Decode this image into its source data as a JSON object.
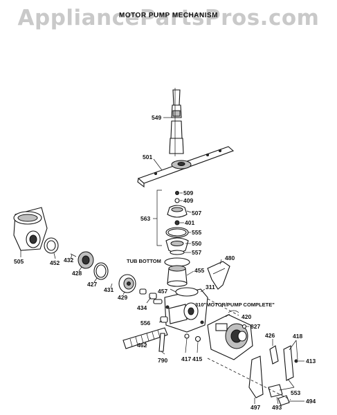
{
  "watermark": "AppliancePartsPros.com",
  "title": "MOTOR PUMP MECHANISM",
  "labels": {
    "p549": "549",
    "p501": "501",
    "p509": "509",
    "p409": "409",
    "p563": "563",
    "p507": "507",
    "p401": "401",
    "p555": "555",
    "p550": "550",
    "p557": "557",
    "tub_bottom": "TUB BOTTOM",
    "p480": "480",
    "p455": "455",
    "p505": "505",
    "p452": "452",
    "p432": "432",
    "p428": "428",
    "p427": "427",
    "p431": "431",
    "p429": "429",
    "p457": "457",
    "p311": "311",
    "p310_note": "310\"MOTOR/PUMP COMPLETE\"",
    "p434": "434",
    "p420": "420",
    "p827": "827",
    "p556": "556",
    "p462": "462",
    "p790": "790",
    "p417": "417",
    "p415": "415",
    "p426": "426",
    "p418": "418",
    "p413": "413",
    "p553": "553",
    "p497": "497",
    "p493": "493",
    "p494": "494"
  }
}
